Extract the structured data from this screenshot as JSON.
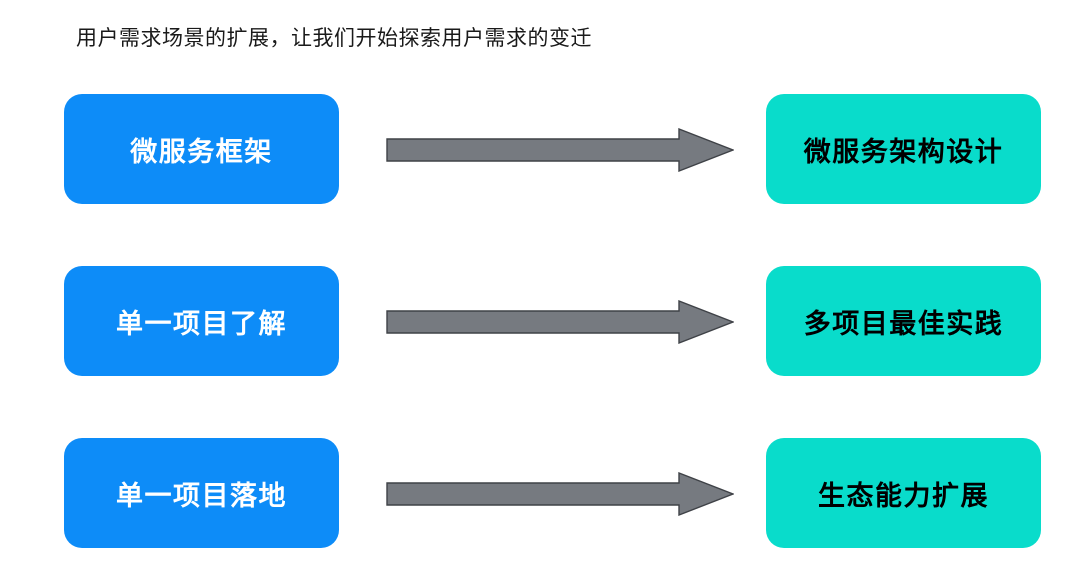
{
  "slide": {
    "headline": "用户需求场景的扩展，让我们开始探索用户需求的变迁",
    "background_color": "#ffffff",
    "source_color": "#0d8cf8",
    "target_color": "#09dccb",
    "arrow_color": "#767a80",
    "arrow_border_color": "#3f4247",
    "source_text_color": "#ffffff",
    "target_text_color": "#000000",
    "headline_text_color": "#1a1a1a"
  },
  "rows": [
    {
      "source": "微服务框架",
      "arrow": "arrow-right",
      "target": "微服务架构设计"
    },
    {
      "source": "单一项目了解",
      "arrow": "arrow-right",
      "target": "多项目最佳实践"
    },
    {
      "source": "单一项目落地",
      "arrow": "arrow-right",
      "target": "生态能力扩展"
    }
  ]
}
